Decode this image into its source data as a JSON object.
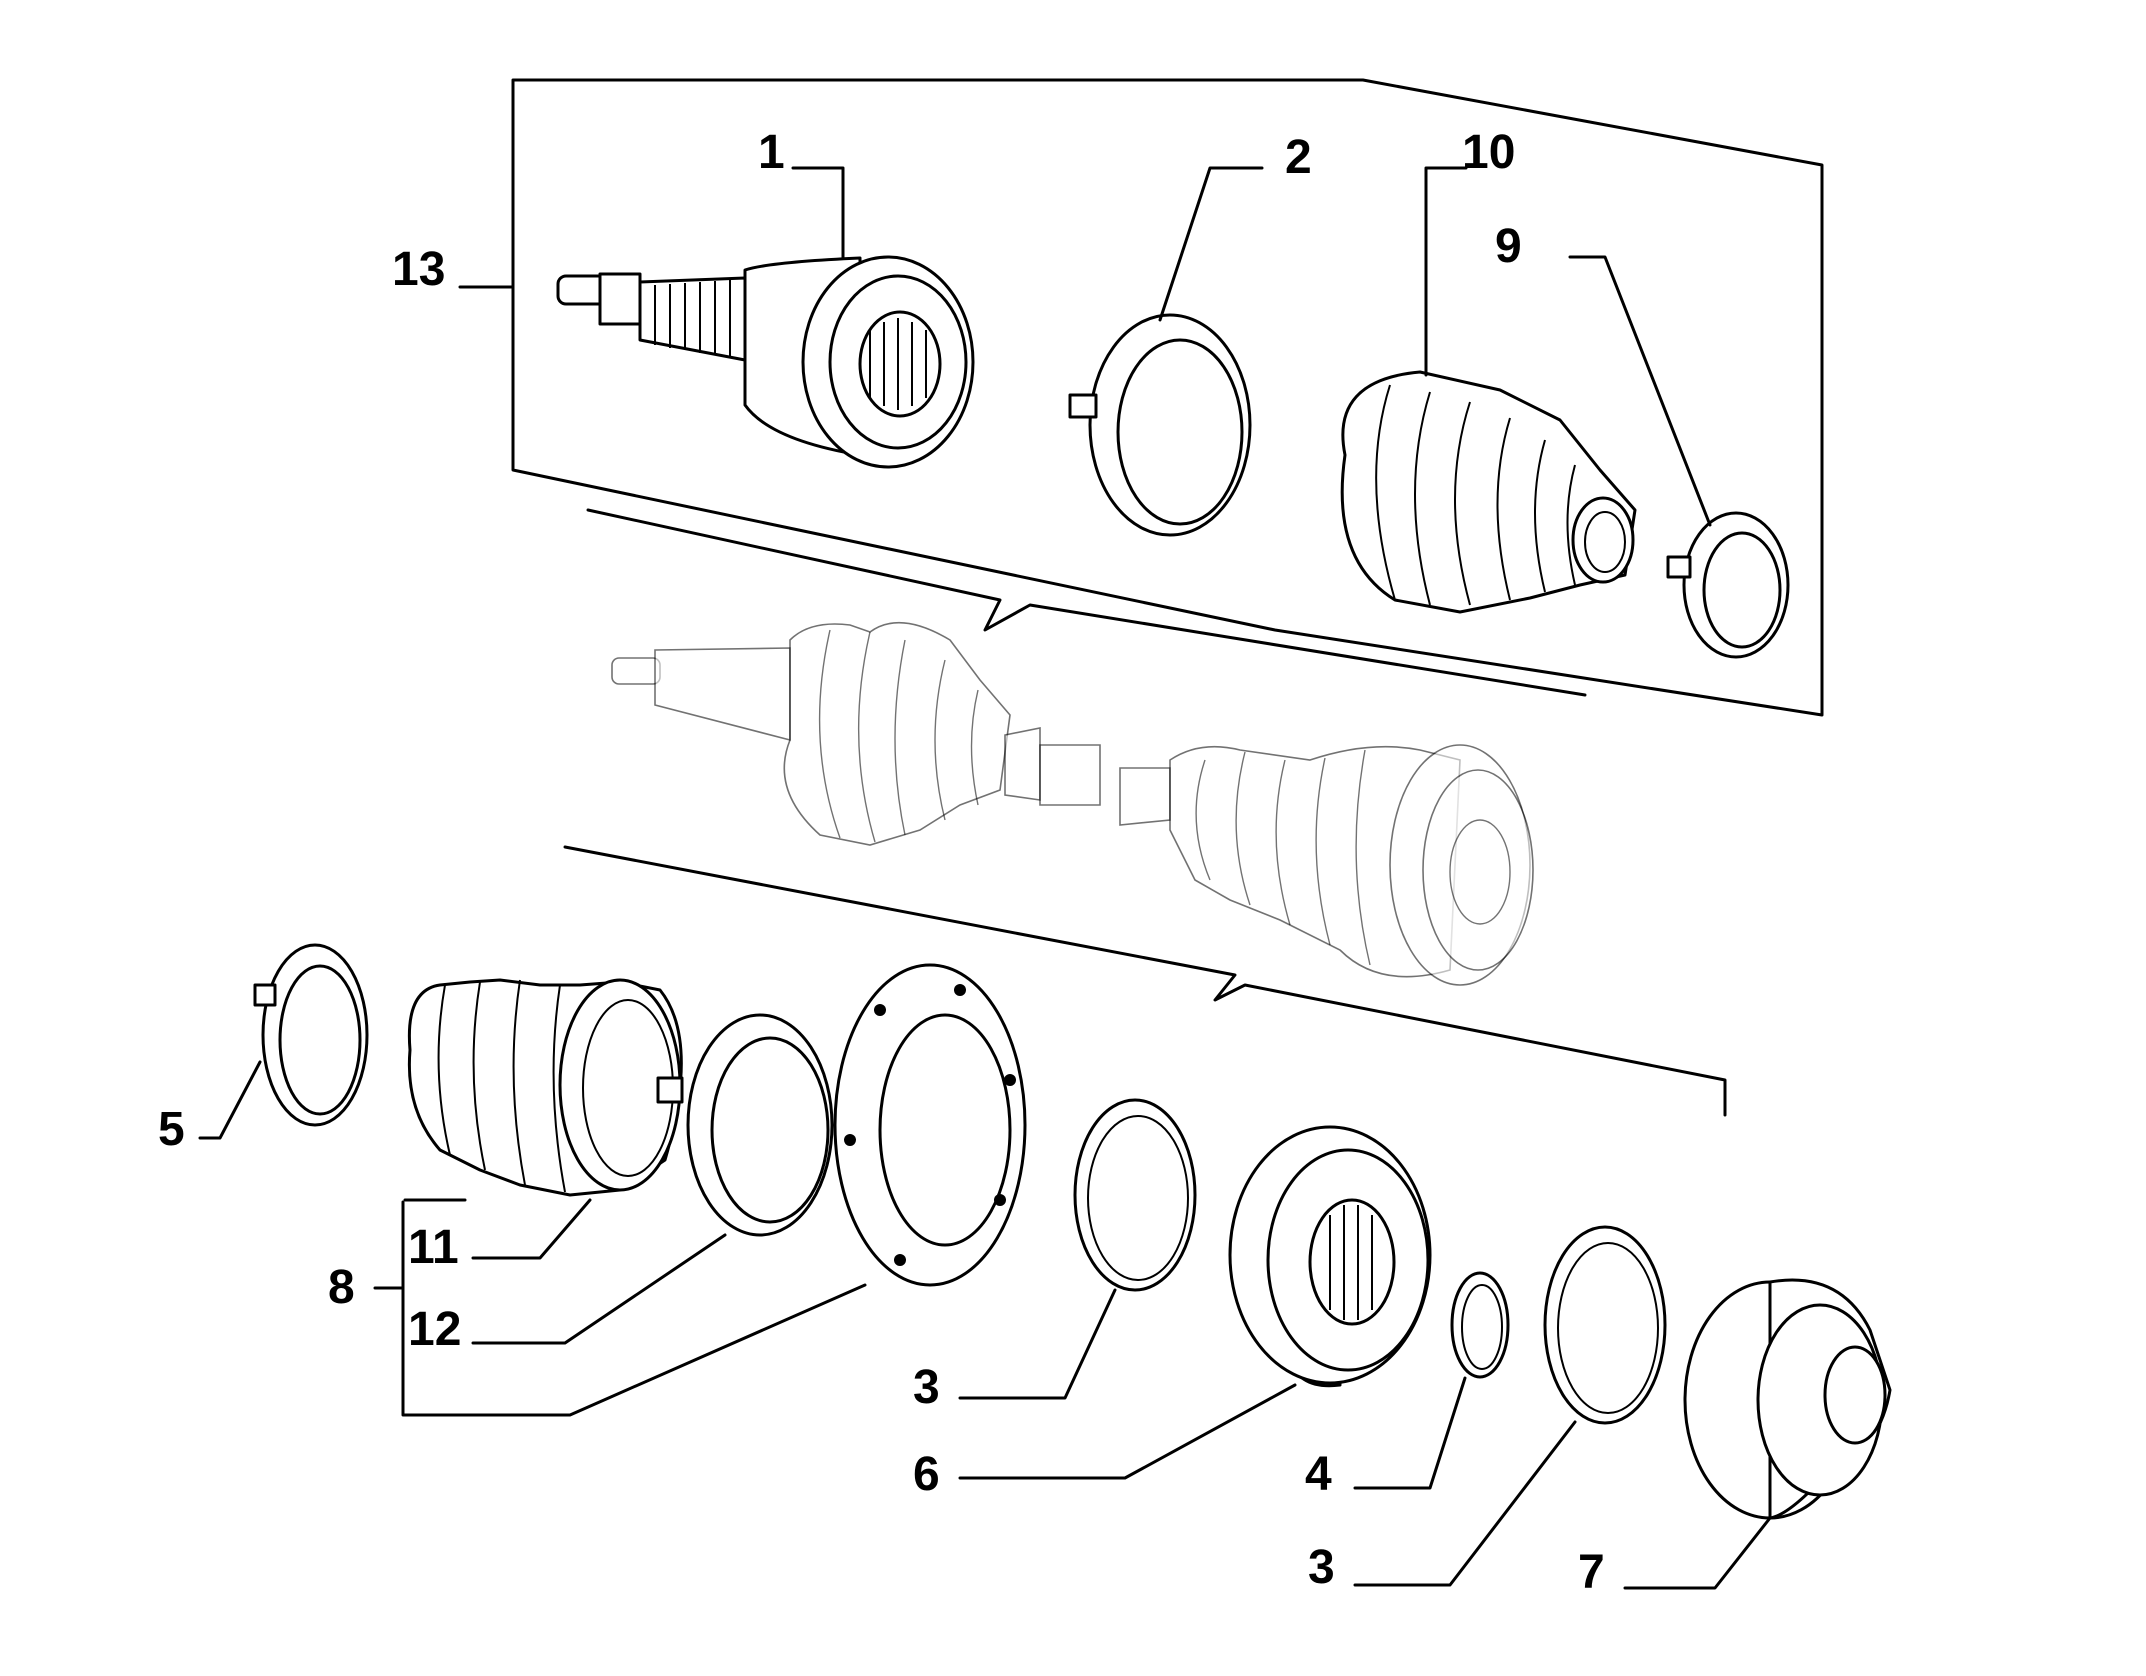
{
  "callouts": {
    "c1": "1",
    "c2": "2",
    "c10": "10",
    "c9": "9",
    "c13": "13",
    "c5": "5",
    "c11": "11",
    "c8": "8",
    "c12": "12",
    "c3a": "3",
    "c6": "6",
    "c4": "4",
    "c3b": "3",
    "c7": "7"
  }
}
